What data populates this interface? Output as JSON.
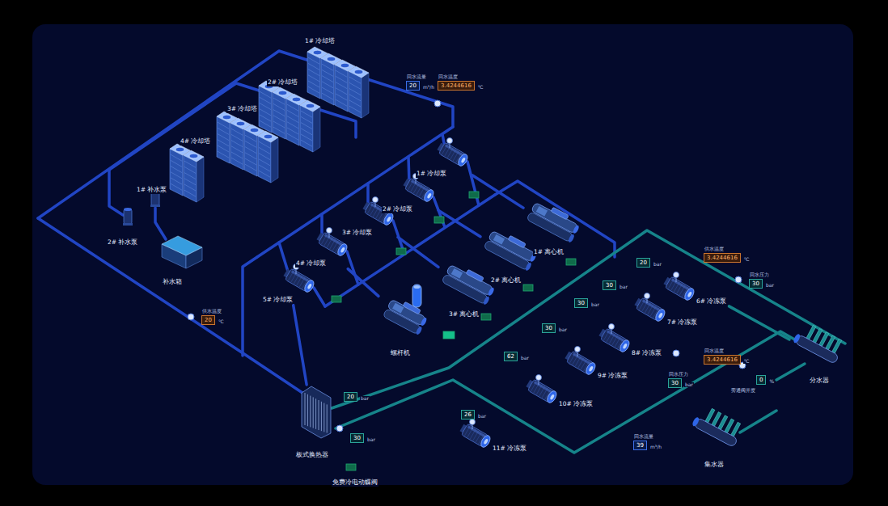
{
  "diagram": {
    "nodes": [
      {
        "text": [
          "1# 冷却塔"
        ]
      },
      {
        "text": [
          "回水流量",
          "20",
          "m³/h"
        ]
      },
      {
        "text": [
          "回水温度",
          "3.4244616",
          "℃"
        ]
      },
      {
        "text": [
          "2# 冷却塔"
        ]
      },
      {
        "text": [
          "3# 冷却塔"
        ]
      },
      {
        "text": [
          "4# 冷却塔"
        ]
      },
      {
        "text": [
          "1# 冷却泵"
        ]
      },
      {
        "text": [
          "1# 补水泵"
        ]
      },
      {
        "text": [
          "2# 冷却泵"
        ]
      },
      {
        "text": [
          "1# 离心机"
        ]
      },
      {
        "text": [
          "3# 冷却泵"
        ]
      },
      {
        "text": [
          "2# 补水泵"
        ]
      },
      {
        "text": [
          "供水温度",
          "3.4244616",
          "℃"
        ]
      },
      {
        "text": [
          "20",
          "bar"
        ]
      },
      {
        "text": [
          "4# 冷却泵"
        ]
      },
      {
        "text": [
          "2# 离心机"
        ]
      },
      {
        "text": [
          "回水压力",
          "30",
          "bar"
        ]
      },
      {
        "text": [
          "补水箱"
        ]
      },
      {
        "text": [
          "30",
          "bar"
        ]
      },
      {
        "text": [
          "6# 冷冻泵"
        ]
      },
      {
        "text": [
          "5# 冷却泵"
        ]
      },
      {
        "text": [
          "30",
          "bar"
        ]
      },
      {
        "text": [
          "3# 离心机"
        ]
      },
      {
        "text": [
          "7# 冷冻泵"
        ]
      },
      {
        "text": [
          "供水温度",
          "20",
          "℃"
        ]
      },
      {
        "text": [
          "30",
          "bar"
        ]
      },
      {
        "text": [
          "8# 冷冻泵"
        ]
      },
      {
        "text": [
          "回水温度",
          "3.4244616",
          "℃"
        ]
      },
      {
        "text": [
          "螺杆机"
        ]
      },
      {
        "text": [
          "62",
          "bar"
        ]
      },
      {
        "text": [
          "9# 冷冻泵"
        ]
      },
      {
        "text": [
          "回水压力",
          "30",
          "bar"
        ]
      },
      {
        "text": [
          "分水器"
        ]
      },
      {
        "text": [
          "10# 冷冻泵"
        ]
      },
      {
        "text": [
          "0",
          "%",
          "旁通阀开度"
        ]
      },
      {
        "text": [
          "20",
          "bar"
        ]
      },
      {
        "text": [
          "26",
          "bar"
        ]
      },
      {
        "text": [
          "回水流量",
          "39",
          "m³/h"
        ]
      },
      {
        "text": [
          "11# 冷冻泵"
        ]
      },
      {
        "text": [
          "30",
          "bar"
        ]
      },
      {
        "text": [
          "板式换热器"
        ]
      },
      {
        "text": [
          "集水器"
        ]
      }
    ],
    "edges": [
      {
        "from": 6,
        "to": 9,
        "arrow": "none"
      },
      {
        "from": 8,
        "to": 15,
        "arrow": "none"
      },
      {
        "from": 10,
        "to": 22,
        "arrow": "none"
      },
      {
        "from": 14,
        "to": 28,
        "arrow": "none"
      },
      {
        "from": 20,
        "to": 40,
        "arrow": "none"
      },
      {
        "from": 19,
        "to": 32,
        "arrow": "none"
      }
    ],
    "labels": [
      "免费冷电动蝶阀"
    ]
  }
}
